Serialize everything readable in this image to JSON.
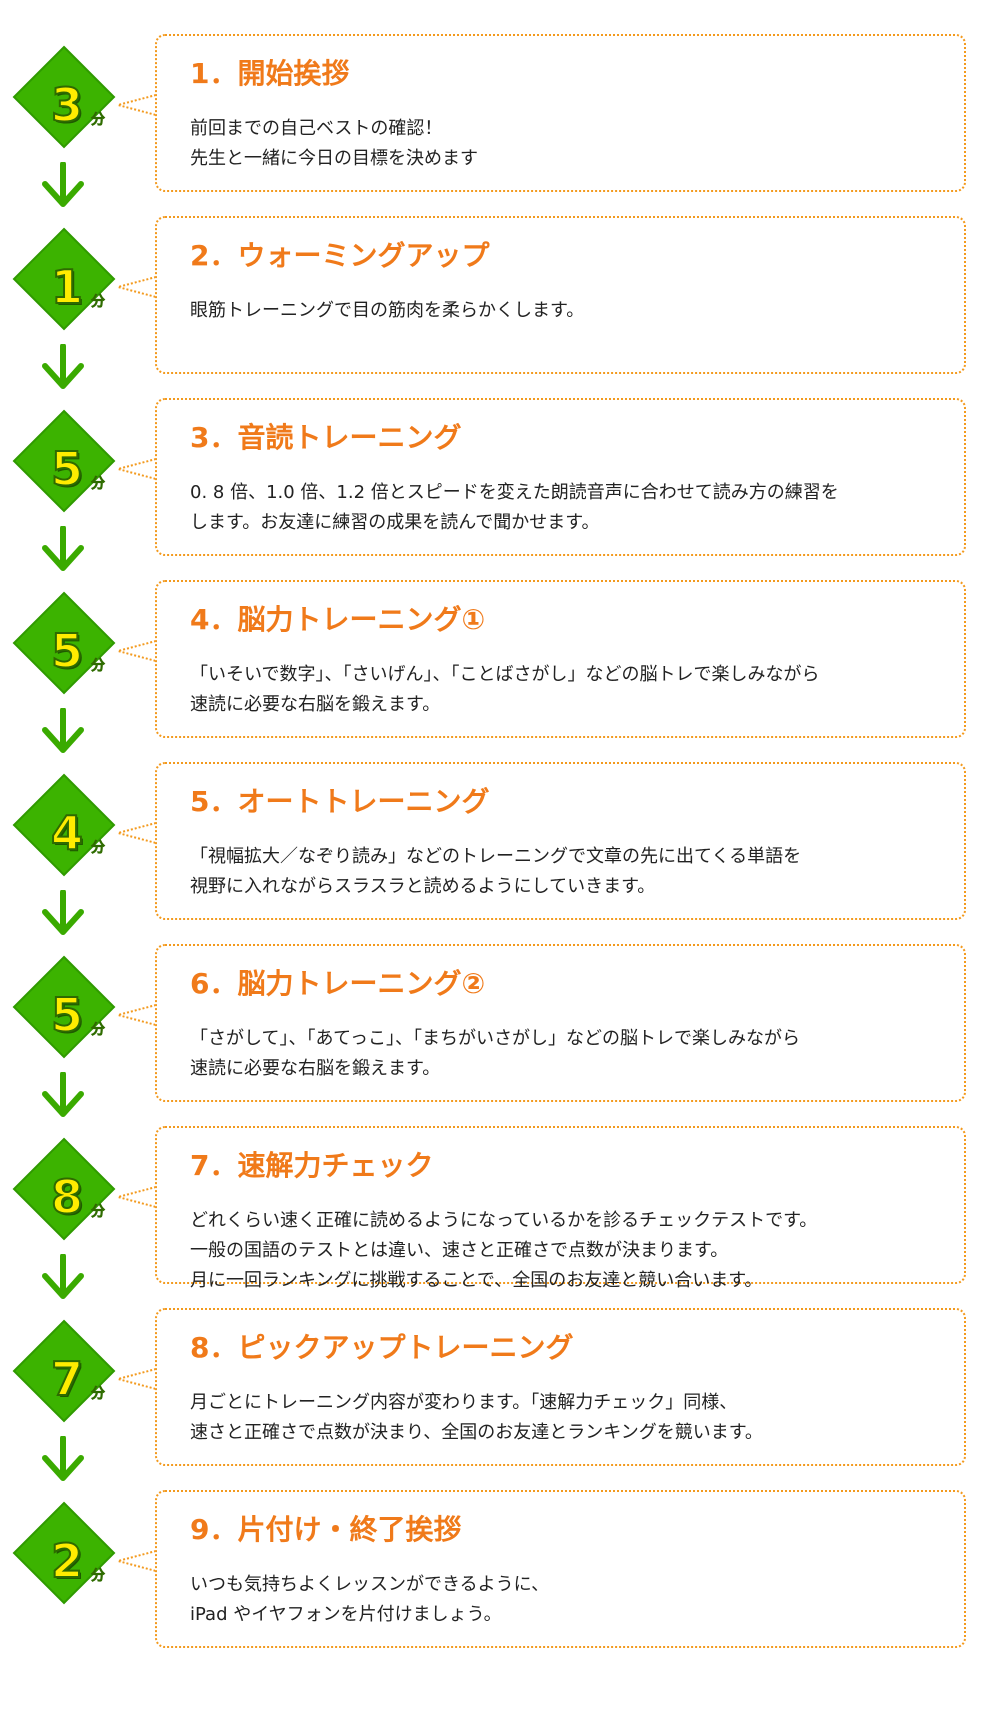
{
  "unit_label": "分",
  "steps": [
    {
      "minutes": "3",
      "title": "1．開始挨拶",
      "description": "前回までの自己ベストの確認！\n先生と一緒に今日の目標を決めます"
    },
    {
      "minutes": "1",
      "title": "2．ウォーミングアップ",
      "description": "眼筋トレーニングで目の筋肉を柔らかくします。"
    },
    {
      "minutes": "5",
      "title": "3．音読トレーニング",
      "description": "0. 8 倍、1.0 倍、1.2 倍とスピードを変えた朗読音声に合わせて読み方の練習を\nします。お友達に練習の成果を読んで聞かせます。"
    },
    {
      "minutes": "5",
      "title": "4．脳力トレーニング①",
      "description": "「いそいで数字」、「さいげん」、「ことばさがし」などの脳トレで楽しみながら\n速読に必要な右脳を鍛えます。"
    },
    {
      "minutes": "4",
      "title": "5．オートトレーニング",
      "description": "「視幅拡大／なぞり読み」などのトレーニングで文章の先に出てくる単語を\n視野に入れながらスラスラと読めるようにしていきます。"
    },
    {
      "minutes": "5",
      "title": "6．脳力トレーニング②",
      "description": "「さがして」、「あてっこ」、「まちがいさがし」などの脳トレで楽しみながら\n速読に必要な右脳を鍛えます。"
    },
    {
      "minutes": "8",
      "title": "7．速解力チェック",
      "description": "どれくらい速く正確に読めるようになっているかを診るチェックテストです。\n一般の国語のテストとは違い、速さと正確さで点数が決まります。\n月に一回ランキングに挑戦することで、全国のお友達と競い合います。"
    },
    {
      "minutes": "7",
      "title": "8．ピックアップトレーニング",
      "description": "月ごとにトレーニング内容が変わります。「速解力チェック」同様、\n速さと正確さで点数が決まり、全国のお友達とランキングを競います。"
    },
    {
      "minutes": "2",
      "title": "9．片付け・終了挨拶",
      "description": "いつも気持ちよくレッスンができるように、\niPad やイヤフォンを片付けましょう。"
    }
  ],
  "colors": {
    "diamond_green": "#3cb300",
    "arrow_green": "#3aaa00",
    "minutes_yellow": "#ffec00",
    "title_orange": "#f07a1a",
    "border_orange": "#f39a1e"
  }
}
